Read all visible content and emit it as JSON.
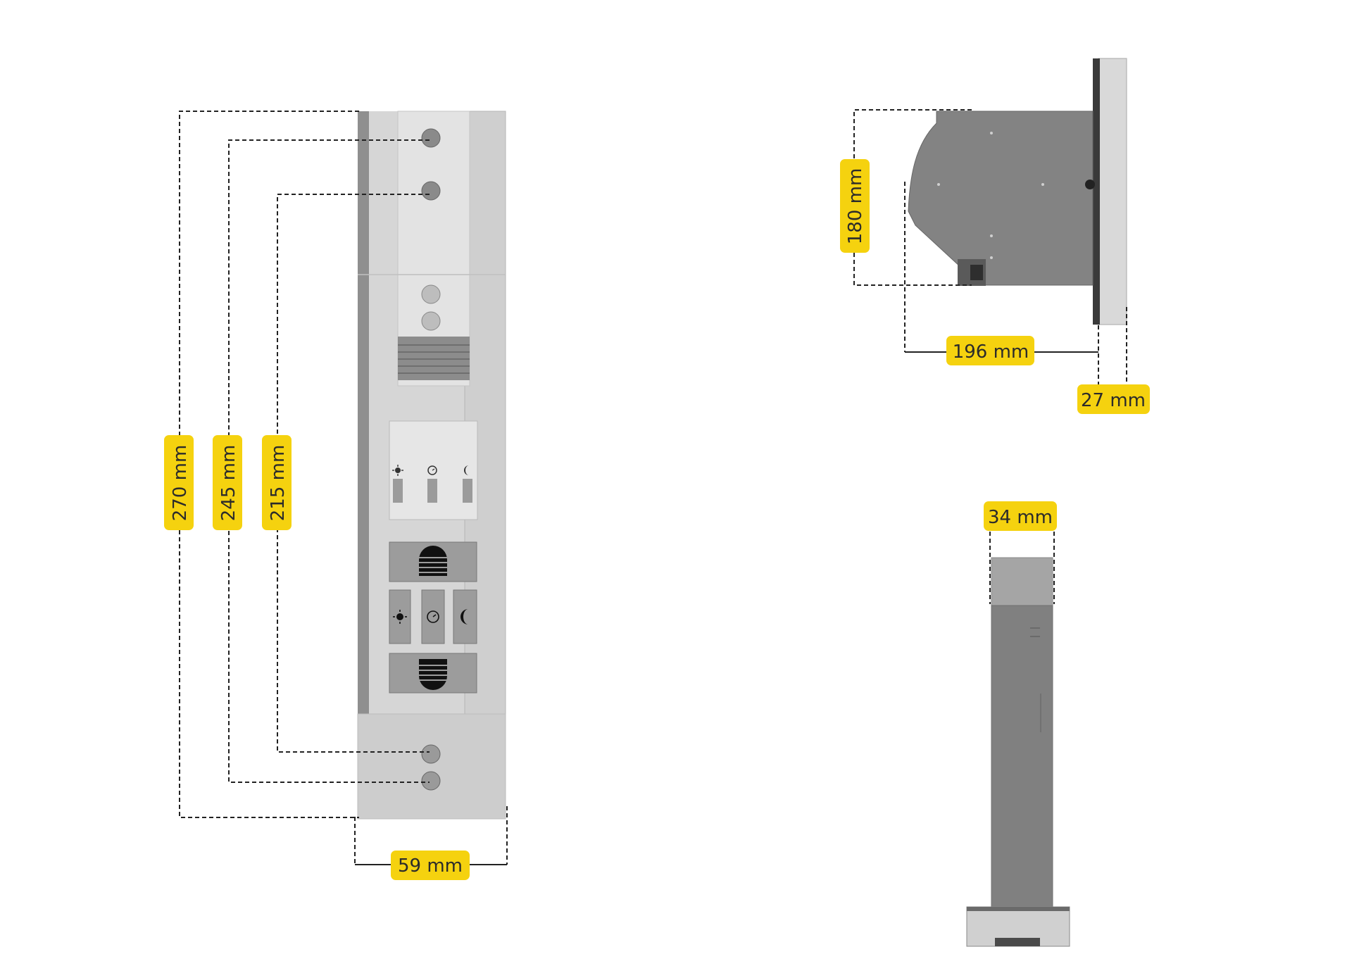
{
  "dimensions": {
    "height_270": "270 mm",
    "height_245": "245 mm",
    "height_215": "215 mm",
    "width_59": "59 mm",
    "height_180": "180 mm",
    "depth_196": "196 mm",
    "depth_27": "27 mm",
    "width_34": "34 mm"
  },
  "colors": {
    "badge": "#f5d20f",
    "housing_light": "#d3d3d3",
    "housing_dark": "#7d7d7d",
    "button_grey": "#9b9b9b"
  },
  "icons": [
    "sun-icon",
    "clock-icon",
    "moon-icon",
    "shutter-up-icon",
    "shutter-down-icon"
  ]
}
